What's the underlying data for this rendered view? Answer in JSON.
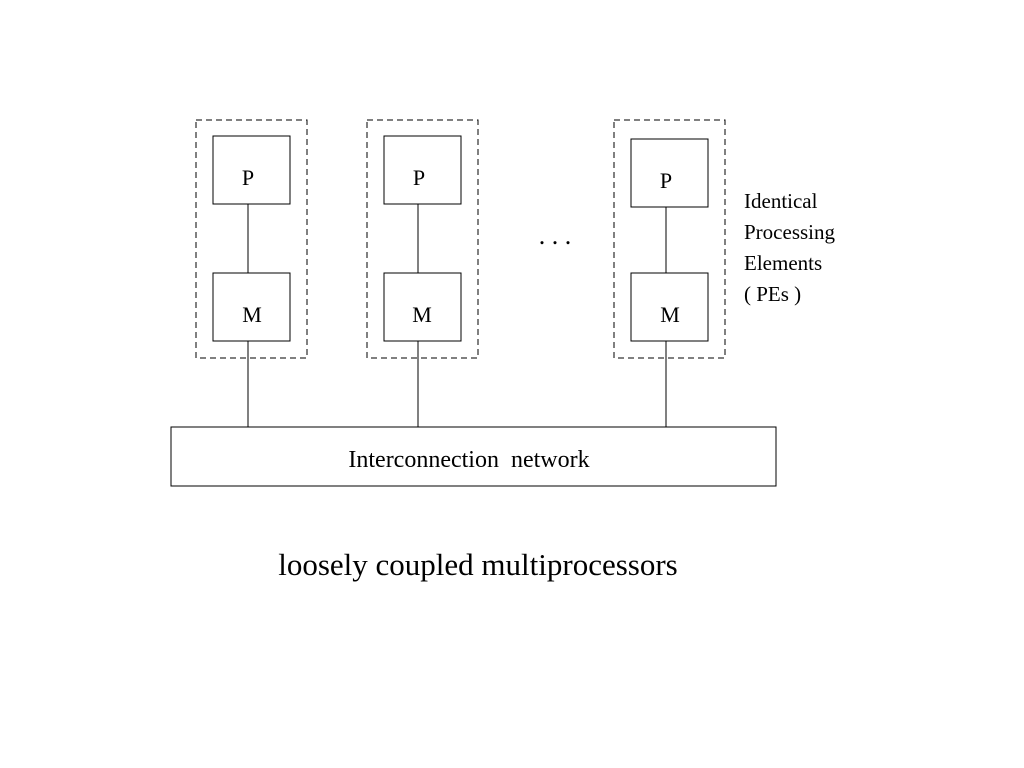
{
  "diagram": {
    "processing_elements": [
      {
        "processor_label": "P",
        "memory_label": "M"
      },
      {
        "processor_label": "P",
        "memory_label": "M"
      },
      {
        "processor_label": "P",
        "memory_label": "M"
      }
    ],
    "ellipsis": ". . .",
    "pe_annotation": {
      "lines": [
        "Identical",
        "Processing",
        "Elements",
        "( PEs )"
      ]
    },
    "network_label": "Interconnection  network",
    "caption": "loosely coupled multiprocessors"
  }
}
